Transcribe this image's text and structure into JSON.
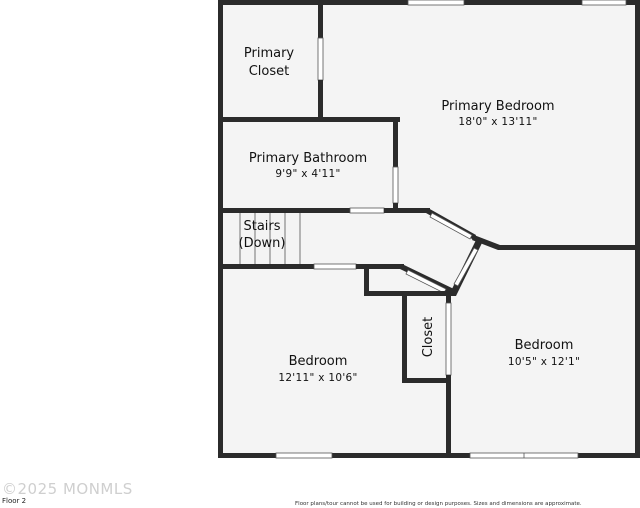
{
  "rooms": {
    "primary_closet": {
      "name_line1": "Primary",
      "name_line2": "Closet"
    },
    "primary_bedroom": {
      "name": "Primary Bedroom",
      "dimensions": "18'0\" x 13'11\""
    },
    "primary_bathroom": {
      "name": "Primary Bathroom",
      "dimensions": "9'9\" x 4'11\""
    },
    "stairs": {
      "name_line1": "Stairs",
      "name_line2": "(Down)"
    },
    "closet": {
      "name": "Closet"
    },
    "bedroom_left": {
      "name": "Bedroom",
      "dimensions": "12'11\" x 10'6\""
    },
    "bedroom_right": {
      "name": "Bedroom",
      "dimensions": "10'5\" x 12'1\""
    }
  },
  "footer": {
    "watermark": "©2025 MONMLS",
    "floor_label": "Floor 2",
    "disclaimer": "Floor plans/tour cannot be used for building or design purposes. Sizes and dimensions are approximate."
  }
}
